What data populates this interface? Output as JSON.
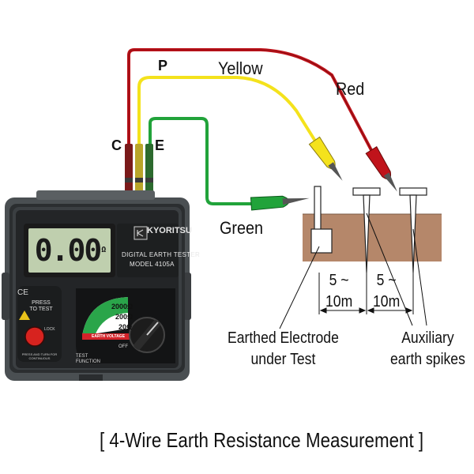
{
  "caption": "[ 4-Wire Earth Resistance Measurement ]",
  "leads": {
    "yellow_label": "Yellow",
    "red_label": "Red",
    "green_label": "Green",
    "p_label": "P",
    "c_label": "C",
    "e_label": "E",
    "colors": {
      "red": "#c0131b",
      "yellow": "#f4e21c",
      "green": "#21a33a"
    }
  },
  "tester": {
    "brand": "KYORITSU",
    "model_line1": "DIGITAL EARTH TESTER",
    "model_line2": "MODEL 4105A",
    "display_value": "0.00",
    "display_unit": "Ω",
    "ce_mark": "CE",
    "press_to_test": "PRESS TO TEST",
    "lock_label": "LOCK",
    "press_lock_note": "PRESS AND TURN FOR CONTINUOUS",
    "test_function": "TEST FUNCTION",
    "ranges": [
      "2000Ω",
      "200Ω",
      "20Ω"
    ],
    "earth_voltage": "EARTH VOLTAGE",
    "off_label": "OFF"
  },
  "distances": {
    "first": [
      "5 ~",
      "10m"
    ],
    "second": [
      "5 ~",
      "10m"
    ]
  },
  "annotations": {
    "electrode": [
      "Earthed Electrode",
      "under Test"
    ],
    "spikes": [
      "Auxiliary",
      "earth spikes"
    ]
  }
}
